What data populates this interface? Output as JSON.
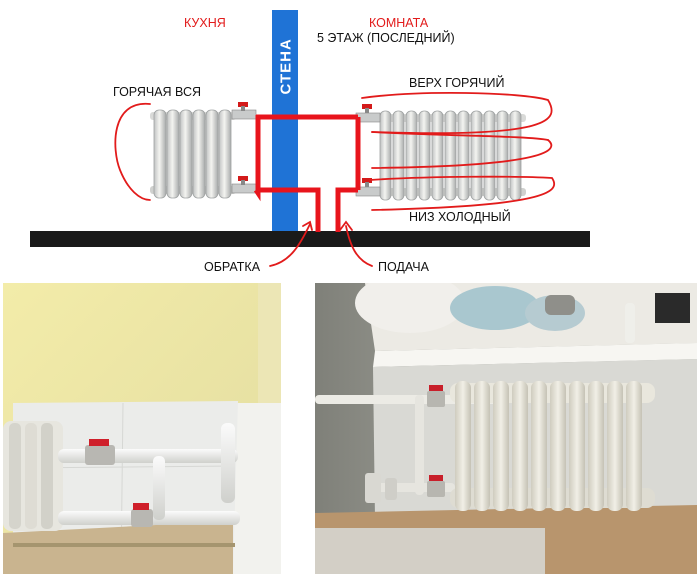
{
  "diagram": {
    "kitchen_label": "КУХНЯ",
    "room_label": "КОМНАТА",
    "floor_note": "5 ЭТАЖ (ПОСЛЕДНИЙ)",
    "wall_label": "СТЕНА",
    "left_radiator_note": "ГОРЯЧАЯ ВСЯ",
    "right_top_note": "ВЕРХ ГОРЯЧИЙ",
    "right_bottom_note": "НИЗ ХОЛОДНЫЙ",
    "return_label": "ОБРАТКА",
    "supply_label": "ПОДАЧА",
    "colors": {
      "wall": "#1f73d6",
      "pipe": "#e8141c",
      "floor": "#1a1a1a",
      "annotation": "#e21b1b"
    }
  },
  "photos": [
    {
      "subject": "kitchen-radiator-photo"
    },
    {
      "subject": "room-radiator-photo"
    }
  ]
}
